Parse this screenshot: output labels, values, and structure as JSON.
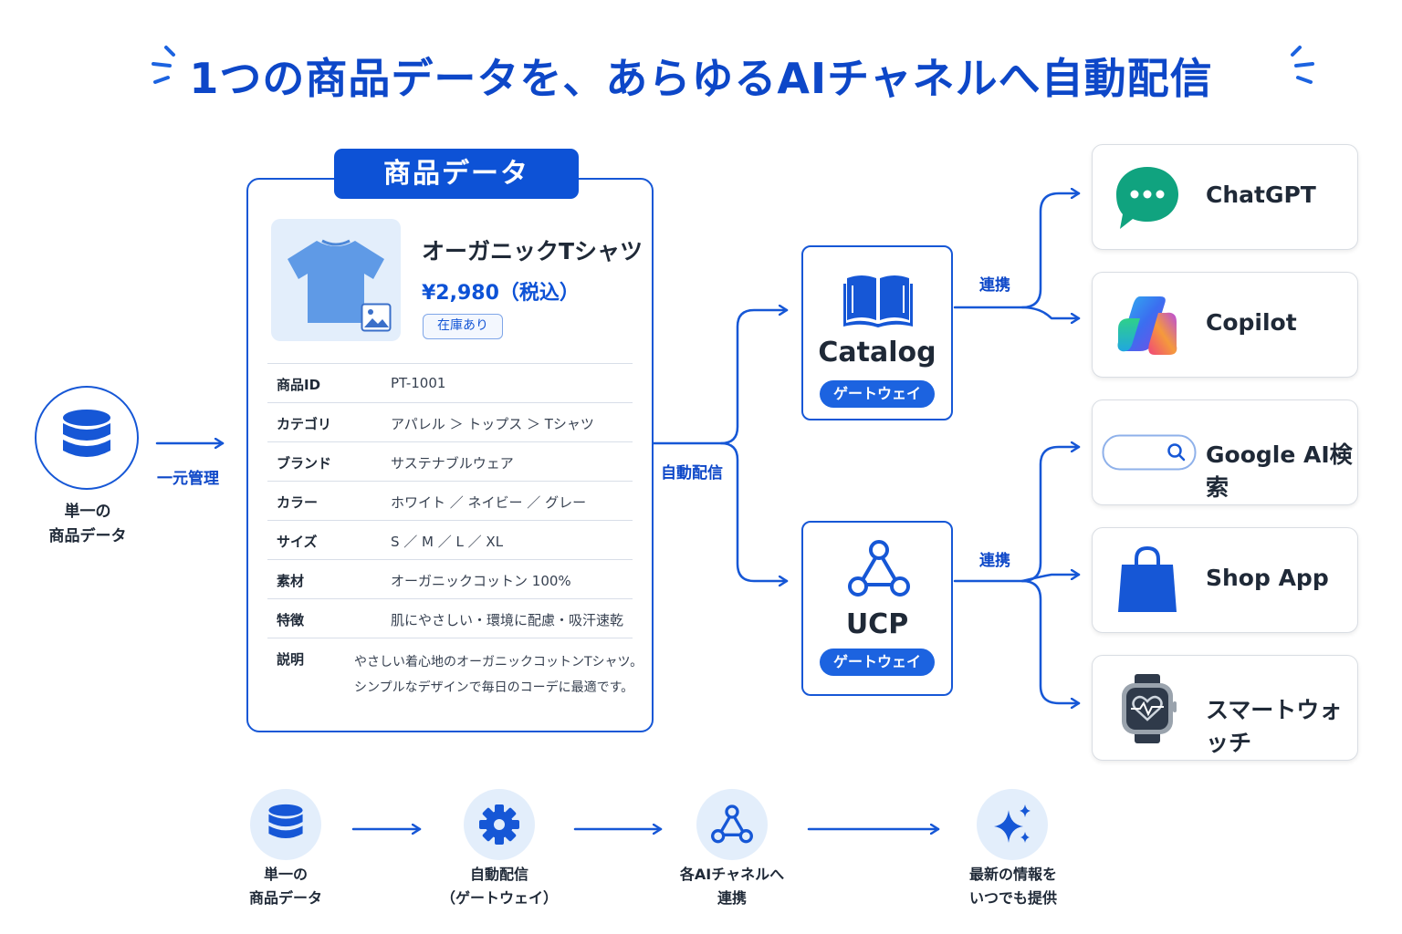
{
  "title": "1つの商品データを、あらゆるAIチャネルへ自動配信",
  "left": {
    "caption_line1": "単一の",
    "caption_line2": "商品データ",
    "arrow_label": "一元管理"
  },
  "card": {
    "header": "商品データ",
    "product_name": "オーガニックTシャツ",
    "price": "¥2,980（税込）",
    "stock": "在庫あり",
    "specs": [
      {
        "key": "商品ID",
        "value": "PT-1001"
      },
      {
        "key": "カテゴリ",
        "value": "アパレル ＞ トップス ＞ Tシャツ"
      },
      {
        "key": "ブランド",
        "value": "サステナブルウェア"
      },
      {
        "key": "カラー",
        "value": "ホワイト ／ ネイビー ／ グレー"
      },
      {
        "key": "サイズ",
        "value": "S ／ M ／ L ／ XL"
      },
      {
        "key": "素材",
        "value": "オーガニックコットン 100%"
      },
      {
        "key": "特徴",
        "value": "肌にやさしい・環境に配慮・吸汗速乾"
      }
    ],
    "description_key": "説明",
    "description_line1": "やさしい着心地のオーガニックコットンTシャツ。",
    "description_line2": "シンプルなデザインで毎日のコーデに最適です。"
  },
  "flow_label": "自動配信",
  "gateways": [
    {
      "name": "Catalog",
      "pill": "ゲートウェイ",
      "link_label": "連携",
      "icon": "book-icon"
    },
    {
      "name": "UCP",
      "pill": "ゲートウェイ",
      "link_label": "連携",
      "icon": "network-icon"
    }
  ],
  "channels": [
    {
      "name": "ChatGPT",
      "icon": "chat-bubble-icon",
      "color": "#10a37f"
    },
    {
      "name": "Copilot",
      "icon": "copilot-logo-icon"
    },
    {
      "name": "Google AI検索",
      "icon": "search-bar-icon"
    },
    {
      "name": "Shop App",
      "icon": "shopping-bag-icon",
      "color": "#1657d6"
    },
    {
      "name": "スマートウォッチ",
      "icon": "smartwatch-icon"
    }
  ],
  "bottom_flow": [
    {
      "line1": "単一の",
      "line2": "商品データ",
      "icon": "database-icon"
    },
    {
      "line1": "自動配信",
      "line2": "（ゲートウェイ）",
      "icon": "gear-icon"
    },
    {
      "line1": "各AIチャネルへ",
      "line2": "連携",
      "icon": "network-icon"
    },
    {
      "line1": "最新の情報を",
      "line2": "いつでも提供",
      "icon": "sparkle-icon"
    }
  ],
  "colors": {
    "primary": "#0d52d6",
    "accent": "#1657d6",
    "soft": "#e3eefb"
  }
}
